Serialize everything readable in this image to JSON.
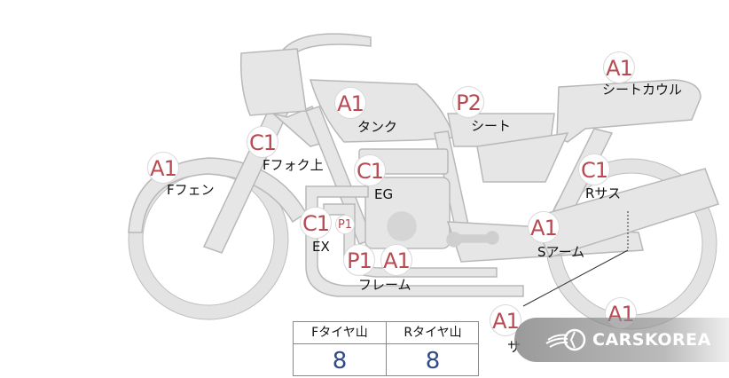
{
  "parts": [
    {
      "id": "seat-cowl",
      "grade": "A1",
      "label": "シートカウル"
    },
    {
      "id": "tank",
      "grade": "A1",
      "label": "タンク"
    },
    {
      "id": "seat",
      "grade": "P2",
      "label": "シート"
    },
    {
      "id": "front-fork-upper",
      "grade": "C1",
      "label": "Fフォク上"
    },
    {
      "id": "front-fender",
      "grade": "A1",
      "label": "Fフェン"
    },
    {
      "id": "engine",
      "grade": "C1",
      "label": "EG"
    },
    {
      "id": "rear-suspension",
      "grade": "C1",
      "label": "Rサス"
    },
    {
      "id": "exhaust",
      "grade": "C1",
      "label": "EX"
    },
    {
      "id": "swing-arm",
      "grade": "A1",
      "label": "Sアーム"
    },
    {
      "id": "frame",
      "grade": "P1",
      "label": "フレーム"
    },
    {
      "id": "frame-2",
      "grade": "A1",
      "label": ""
    },
    {
      "id": "muffler",
      "grade": "A1",
      "label": "サ"
    },
    {
      "id": "rear-wheel",
      "grade": "A1",
      "label": ""
    }
  ],
  "ex_extra_grade": "P1",
  "tire": {
    "front_label": "Fタイヤ山",
    "rear_label": "Rタイヤ山",
    "front_value": "8",
    "rear_value": "8"
  },
  "watermark": {
    "text": "CARSKOREA",
    "icon": "carskorea-logo-icon"
  },
  "colors": {
    "body": "#e6e6e6",
    "outline": "#b5b5b5",
    "grade": "#b84a52",
    "tire_value": "#2f4a86"
  }
}
